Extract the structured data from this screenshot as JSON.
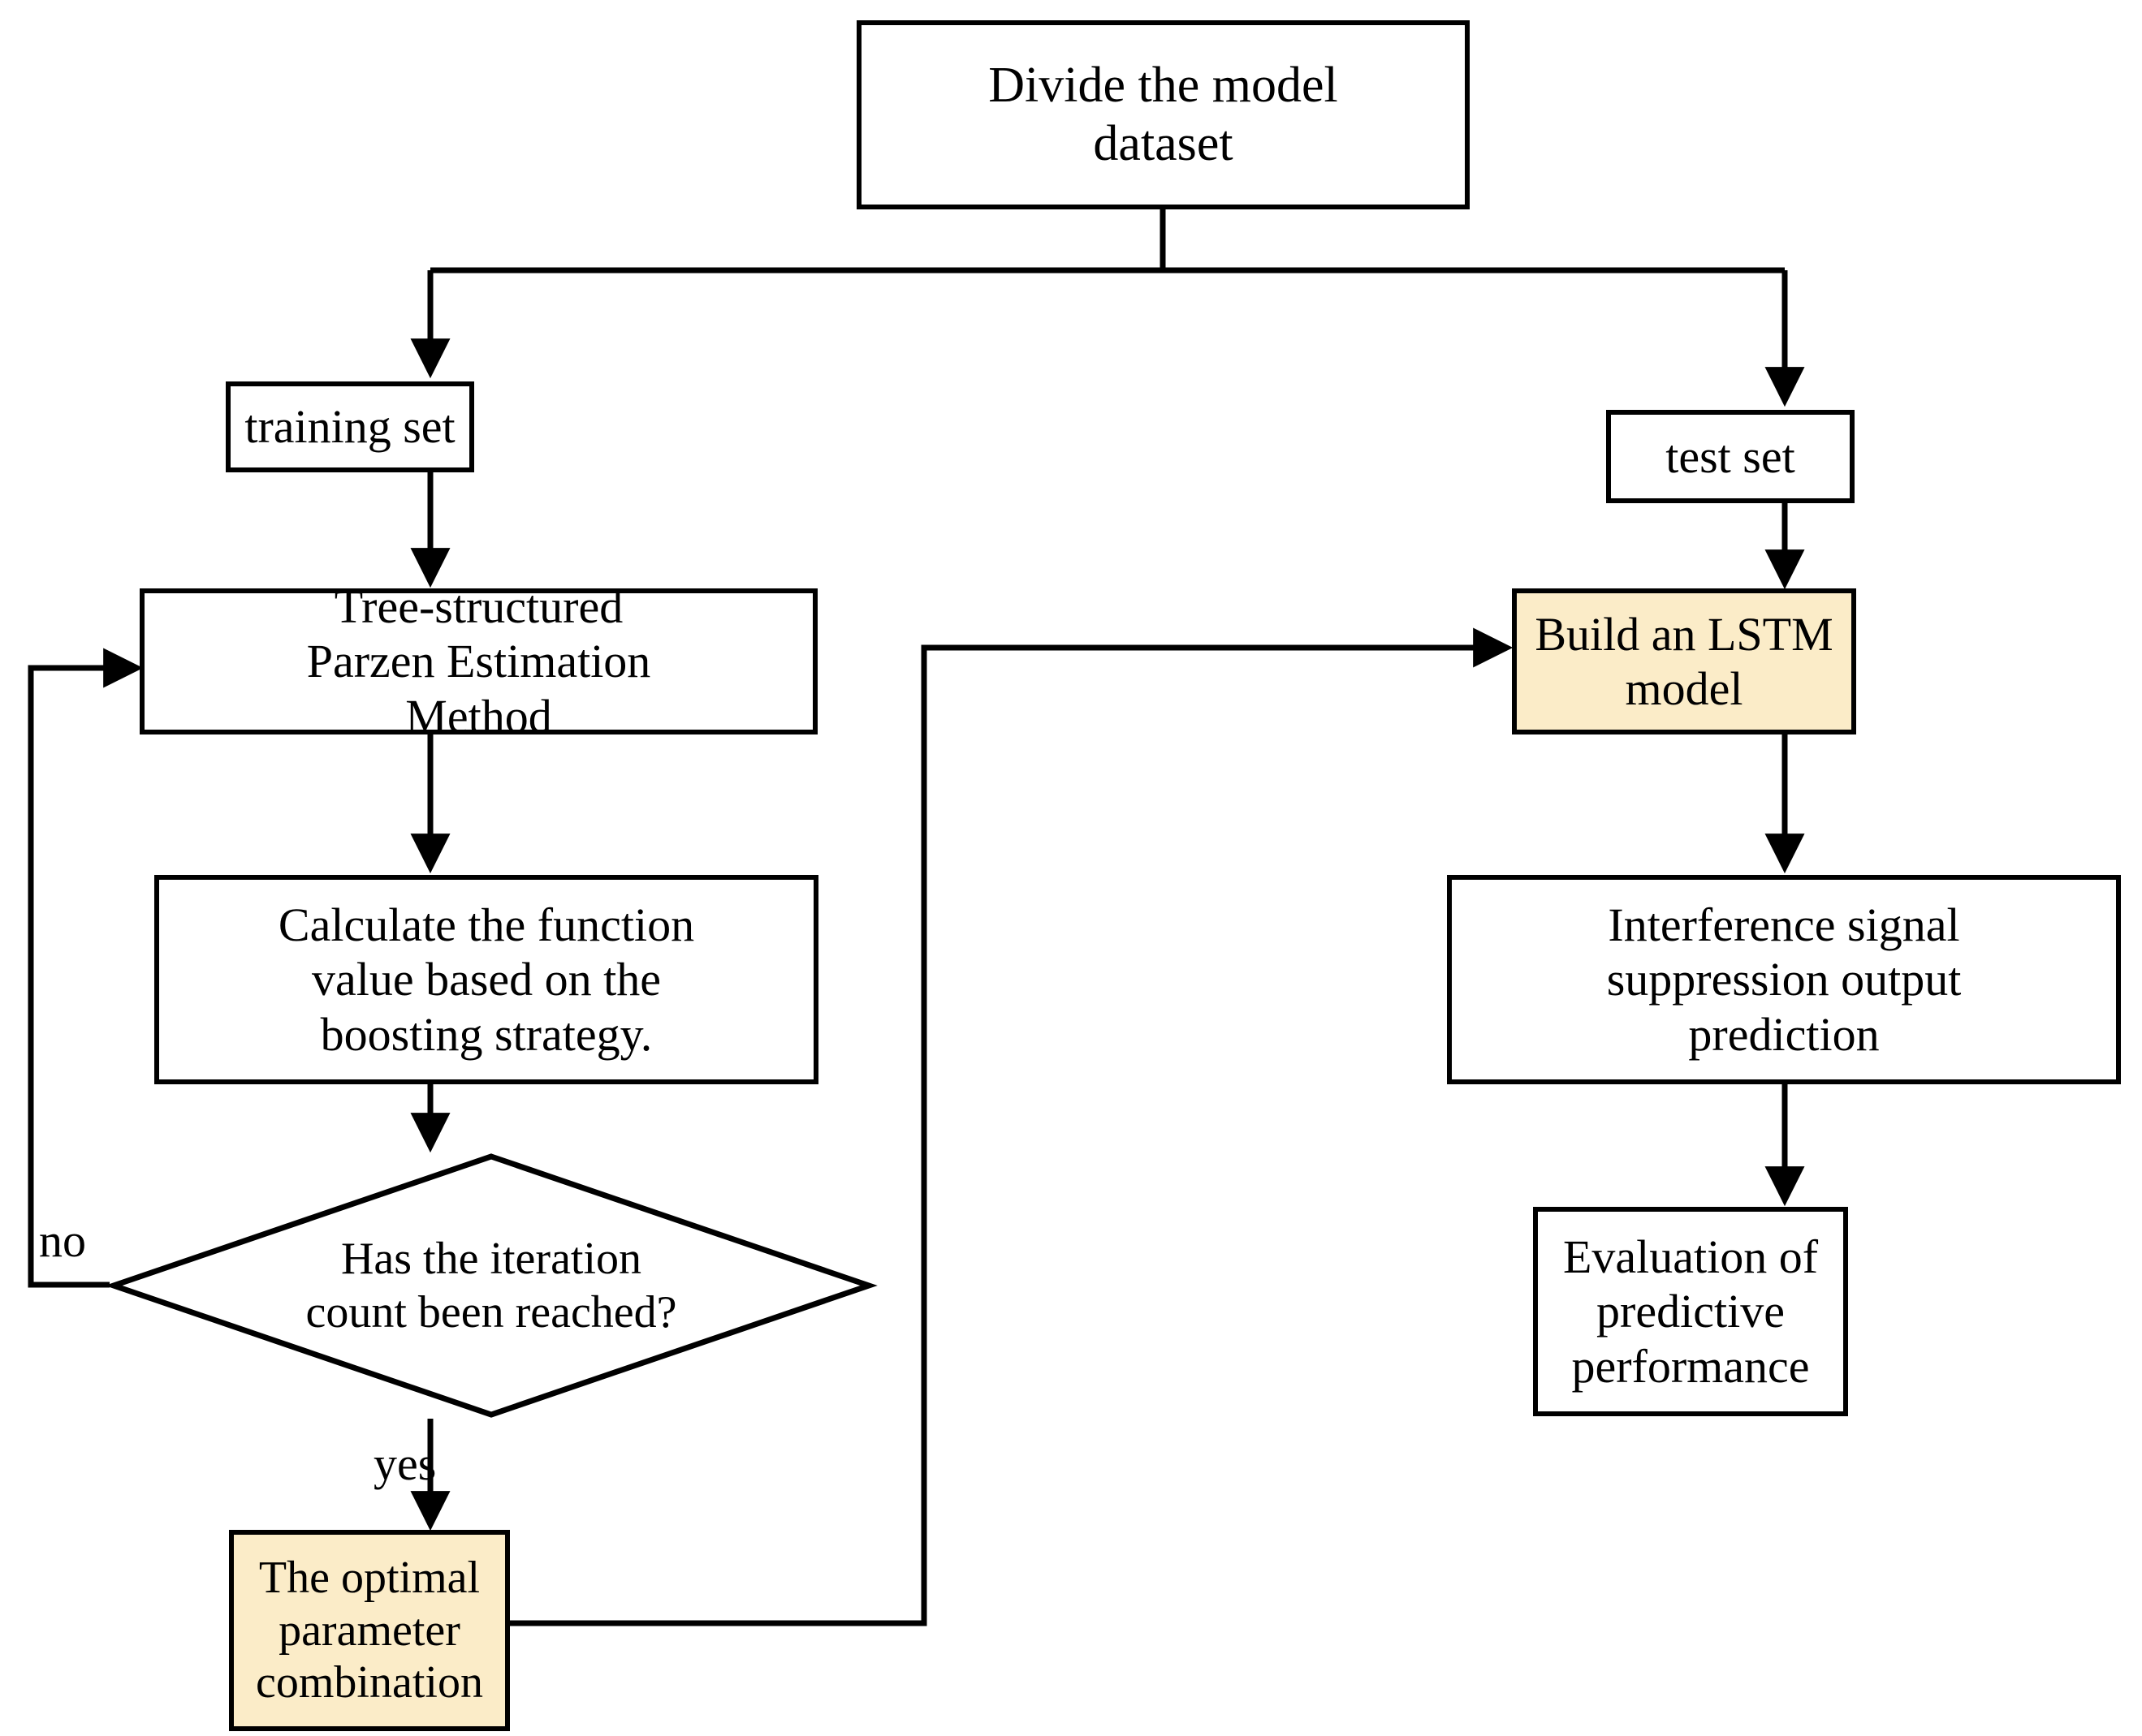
{
  "diagram": {
    "title_text": "Divide the model\ndataset",
    "accent_fill": "#fbecc8",
    "stroke_color": "#000000",
    "background": "#ffffff"
  },
  "nodes": {
    "divide_dataset": {
      "label": "Divide the model\ndataset",
      "shape": "rect",
      "fill": "#ffffff"
    },
    "training_set": {
      "label": "training set",
      "shape": "rect",
      "fill": "#ffffff"
    },
    "test_set": {
      "label": "test set",
      "shape": "rect",
      "fill": "#ffffff"
    },
    "tpe_method": {
      "label": "Tree-structured\nParzen Estimation\nMethod",
      "shape": "rect",
      "fill": "#ffffff"
    },
    "calculate_function": {
      "label": "Calculate the function\nvalue based on the\nboosting strategy.",
      "shape": "rect",
      "fill": "#ffffff"
    },
    "iteration_decision": {
      "label": "Has the iteration\ncount been reached?",
      "shape": "diamond",
      "fill": "#ffffff"
    },
    "optimal_parameter": {
      "label": "The optimal\nparameter\ncombination",
      "shape": "rect",
      "fill": "#fbecc8"
    },
    "build_lstm": {
      "label": "Build an LSTM\nmodel",
      "shape": "rect",
      "fill": "#fbecc8"
    },
    "interference_prediction": {
      "label": "Interference signal\nsuppression output\nprediction",
      "shape": "rect",
      "fill": "#ffffff"
    },
    "evaluation": {
      "label": "Evaluation of\npredictive\nperformance",
      "shape": "rect",
      "fill": "#ffffff"
    }
  },
  "edge_labels": {
    "no": "no",
    "yes": "yes"
  }
}
